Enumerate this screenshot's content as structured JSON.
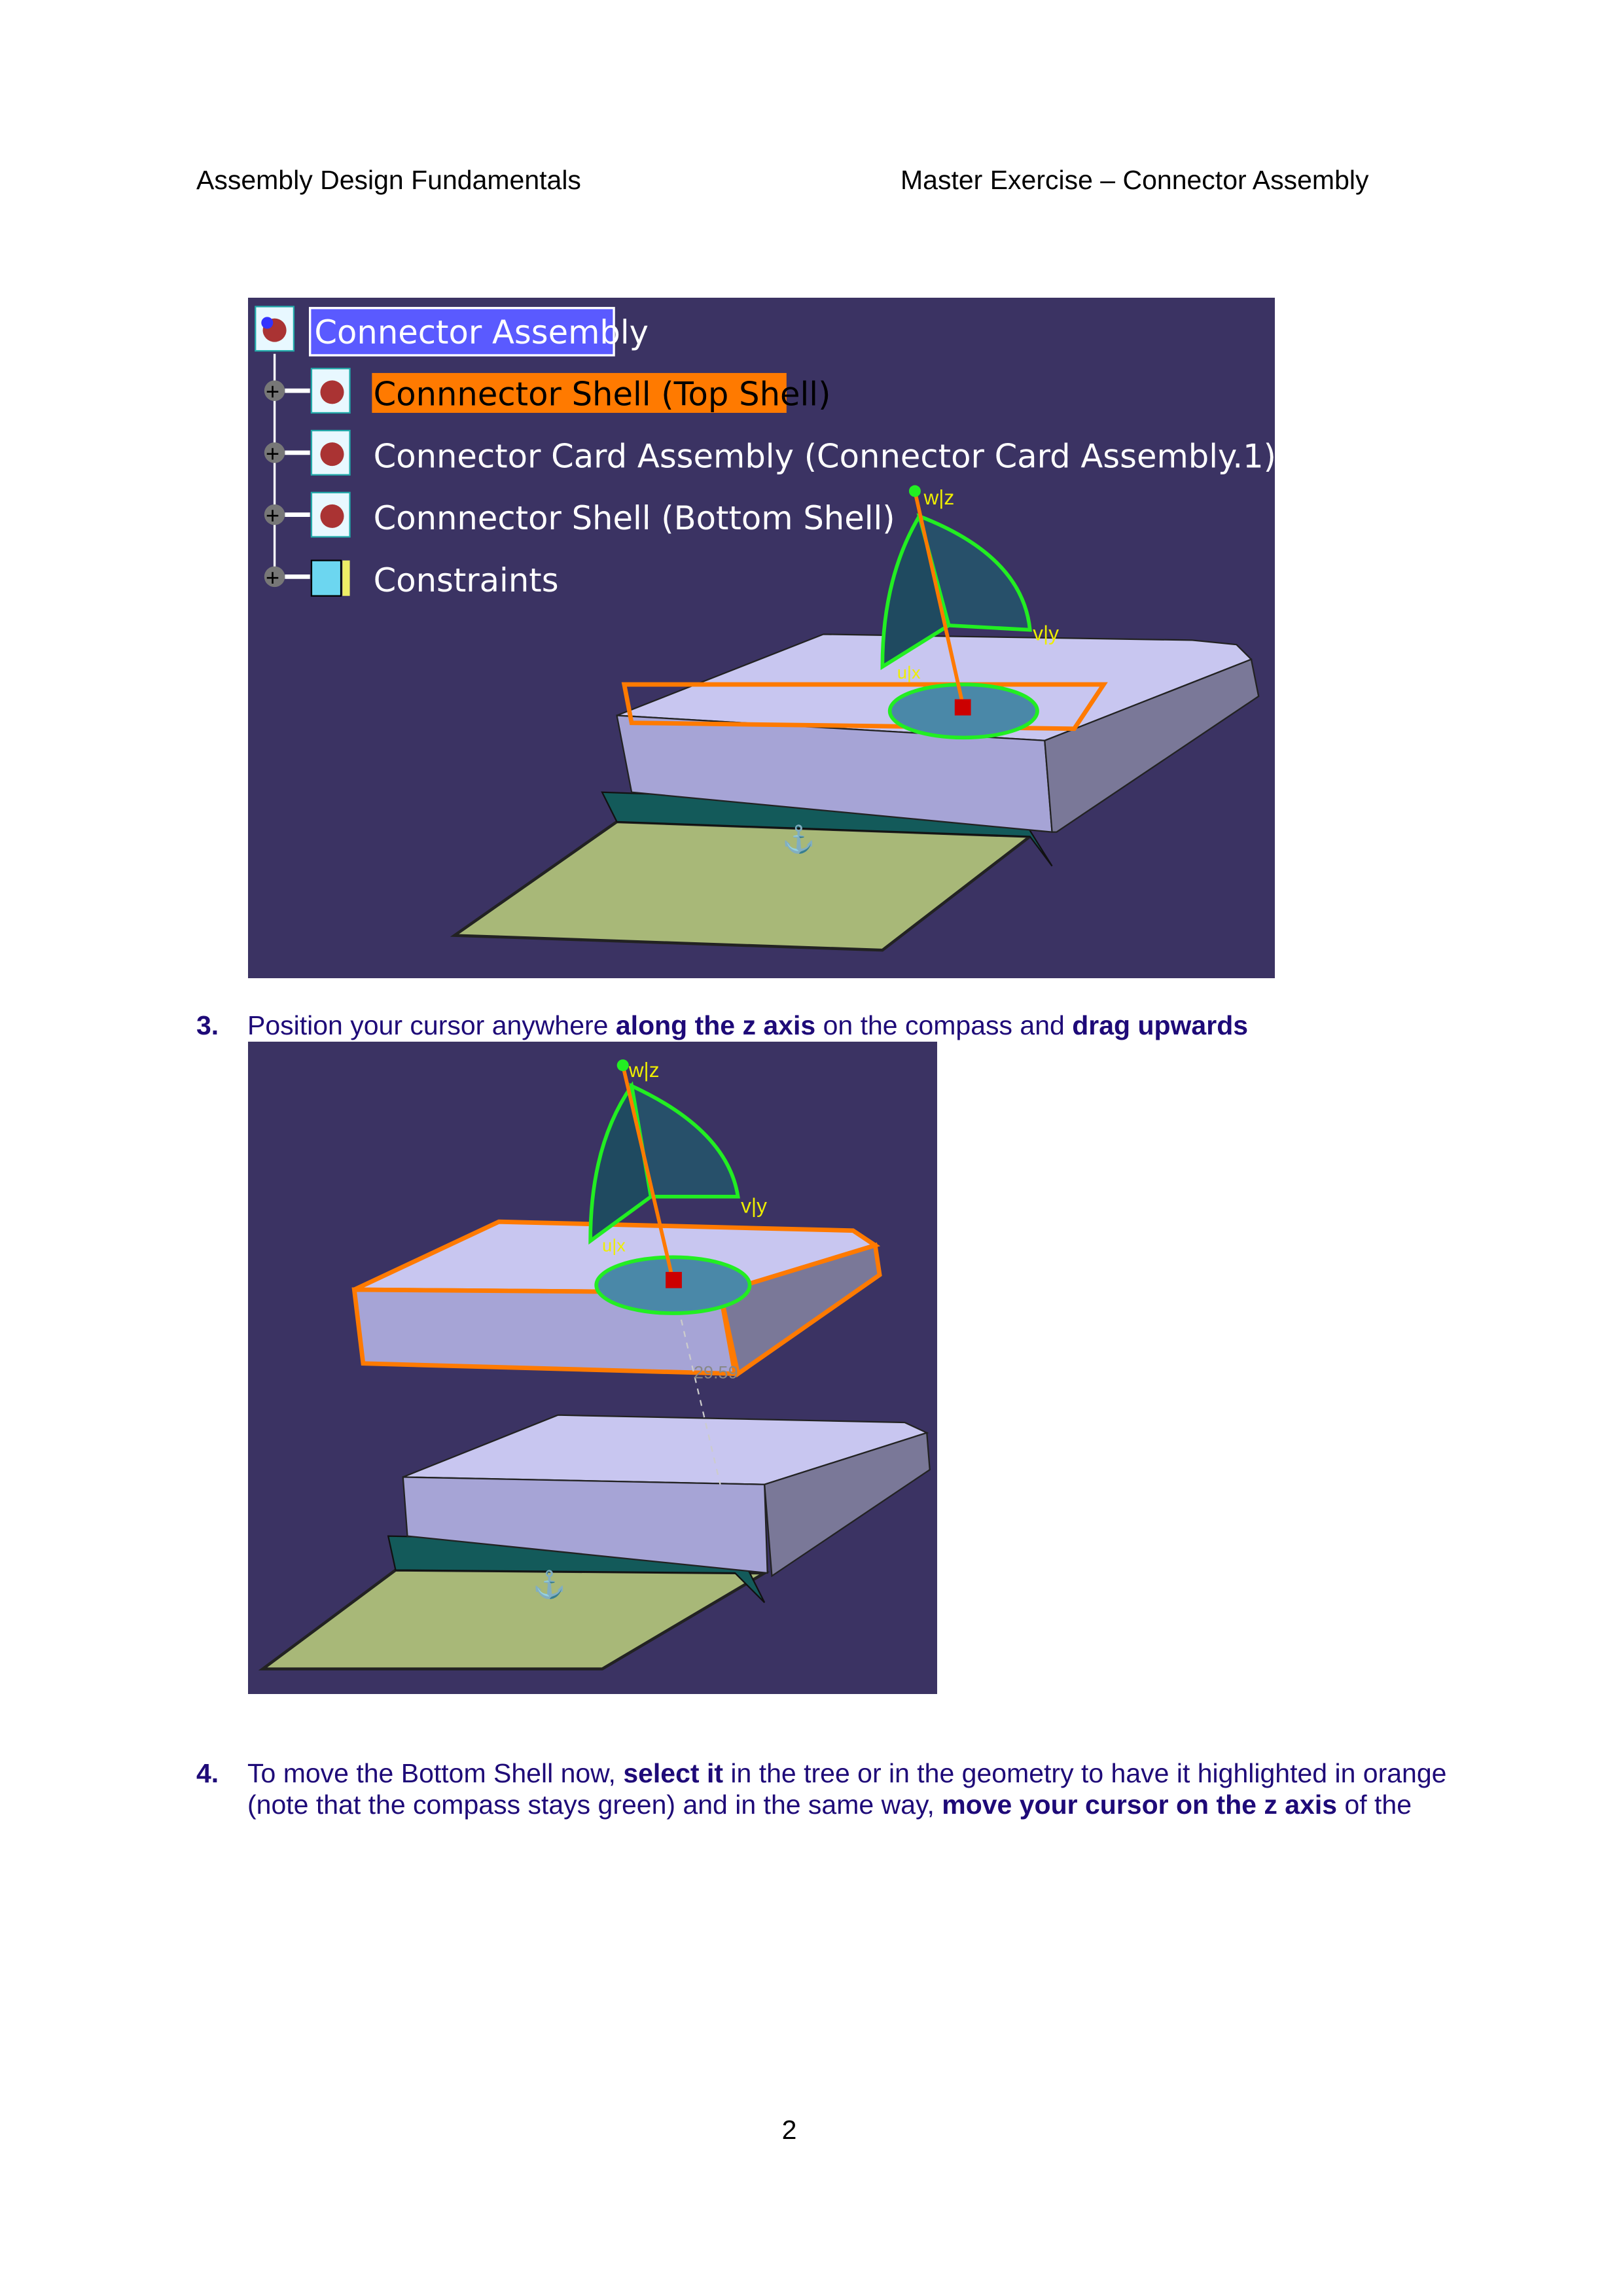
{
  "header": {
    "left": "Assembly Design Fundamentals",
    "right": "Master Exercise – Connector Assembly"
  },
  "figure1": {
    "tree": [
      {
        "label": "Connector Assembly",
        "state": "selected",
        "icon": "product-icon"
      },
      {
        "label": "Connnector Shell (Top Shell)",
        "state": "highlighted",
        "icon": "component-icon"
      },
      {
        "label": "Connector Card Assembly (Connector Card Assembly.1)",
        "state": "normal",
        "icon": "component-icon"
      },
      {
        "label": "Connnector Shell (Bottom Shell)",
        "state": "normal",
        "icon": "component-icon"
      },
      {
        "label": "Constraints",
        "state": "normal",
        "icon": "constraints-icon"
      }
    ],
    "compass": {
      "z": "w|z",
      "y": "v|y",
      "x": "u|x"
    }
  },
  "step3": {
    "number": "3.",
    "parts": [
      "Position your cursor anywhere ",
      "along  the z axis",
      " on the compass and ",
      "drag upwards"
    ]
  },
  "figure2": {
    "compass": {
      "z": "w|z",
      "y": "v|y",
      "x": "u|x"
    },
    "dimension": "29.59"
  },
  "step4": {
    "number": "4.",
    "line1": [
      "To move the Bottom Shell now, ",
      "select it",
      " in the tree or in the geometry to have it highlighted in orange"
    ],
    "line2": [
      "(note that the compass stays green) and in the same way, ",
      "move your cursor on the z axis",
      " of the"
    ]
  },
  "page_number": "2",
  "colors": {
    "background3d": "#3b3363",
    "selection": "#5a5aff",
    "highlight": "#ff7a00",
    "compass": "#22ee22",
    "text": "#1e0a78"
  }
}
